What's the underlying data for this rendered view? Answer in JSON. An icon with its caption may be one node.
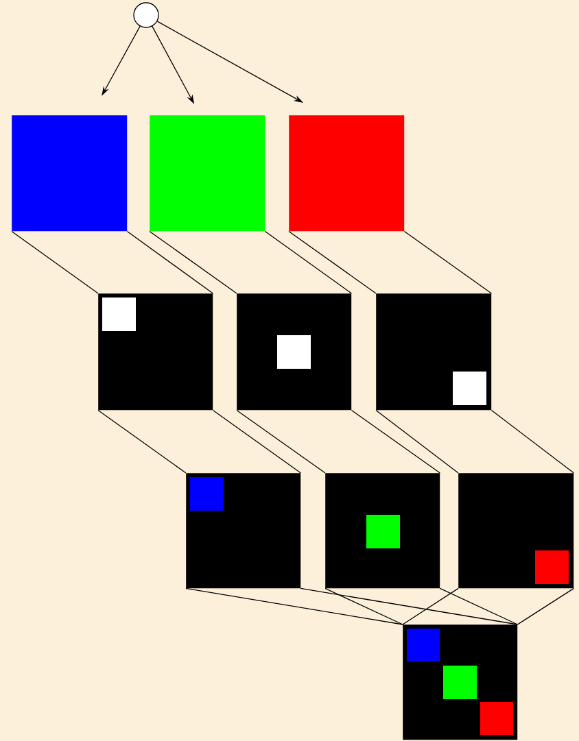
{
  "diagram": {
    "nodes": [
      {
        "text": [],
        "shape": "circle"
      },
      {
        "text": [],
        "shape": "box"
      },
      {
        "text": [],
        "shape": "box"
      },
      {
        "text": [],
        "shape": "box"
      },
      {
        "text": [],
        "shape": "box"
      },
      {
        "text": [],
        "shape": "box"
      },
      {
        "text": [],
        "shape": "box"
      },
      {
        "text": [],
        "shape": "box"
      },
      {
        "text": [],
        "shape": "box"
      },
      {
        "text": [],
        "shape": "box"
      },
      {
        "text": [],
        "shape": "box"
      }
    ],
    "edges": [
      {
        "from": 0,
        "to": 1,
        "arrow": "to"
      },
      {
        "from": 0,
        "to": 2,
        "arrow": "to"
      },
      {
        "from": 0,
        "to": 3,
        "arrow": "to"
      },
      {
        "from": 1,
        "to": 4,
        "arrow": "none"
      },
      {
        "from": 2,
        "to": 5,
        "arrow": "none"
      },
      {
        "from": 3,
        "to": 6,
        "arrow": "none"
      },
      {
        "from": 4,
        "to": 7,
        "arrow": "none"
      },
      {
        "from": 5,
        "to": 8,
        "arrow": "none"
      },
      {
        "from": 6,
        "to": 9,
        "arrow": "none"
      },
      {
        "from": 7,
        "to": 10,
        "arrow": "none"
      },
      {
        "from": 8,
        "to": 10,
        "arrow": "none"
      },
      {
        "from": 9,
        "to": 10,
        "arrow": "none"
      }
    ]
  }
}
